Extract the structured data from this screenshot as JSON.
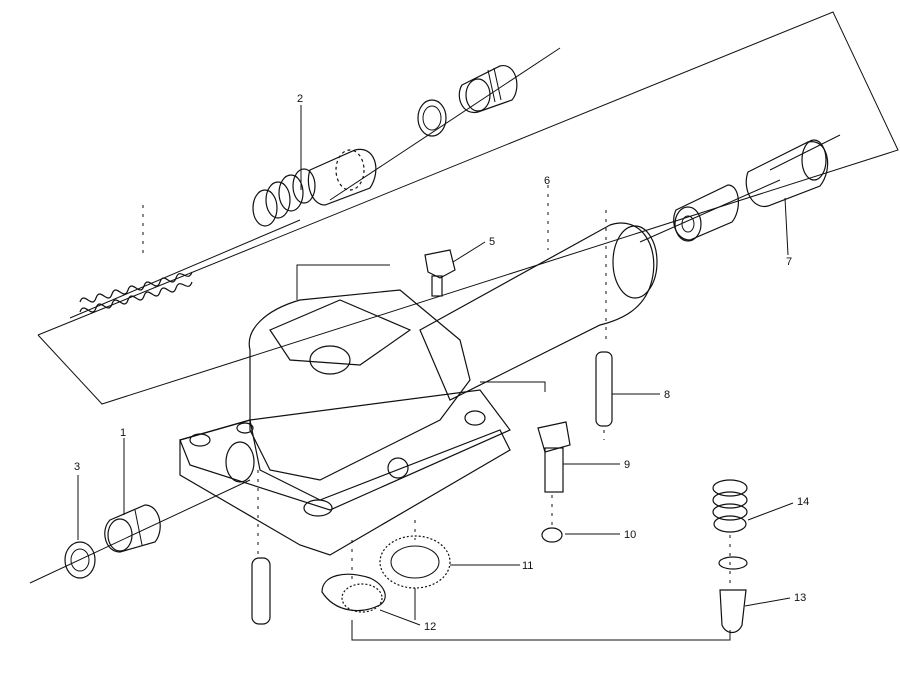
{
  "callouts": {
    "c1": "1",
    "c2": "2",
    "c3": "3",
    "c5": "5",
    "c6": "6",
    "c7": "7",
    "c8": "8",
    "c9": "9",
    "c10": "10",
    "c11": "11",
    "c12": "12",
    "c13": "13",
    "c14": "14"
  },
  "colors": {
    "ink": "#111111",
    "paper": "#ffffff"
  }
}
